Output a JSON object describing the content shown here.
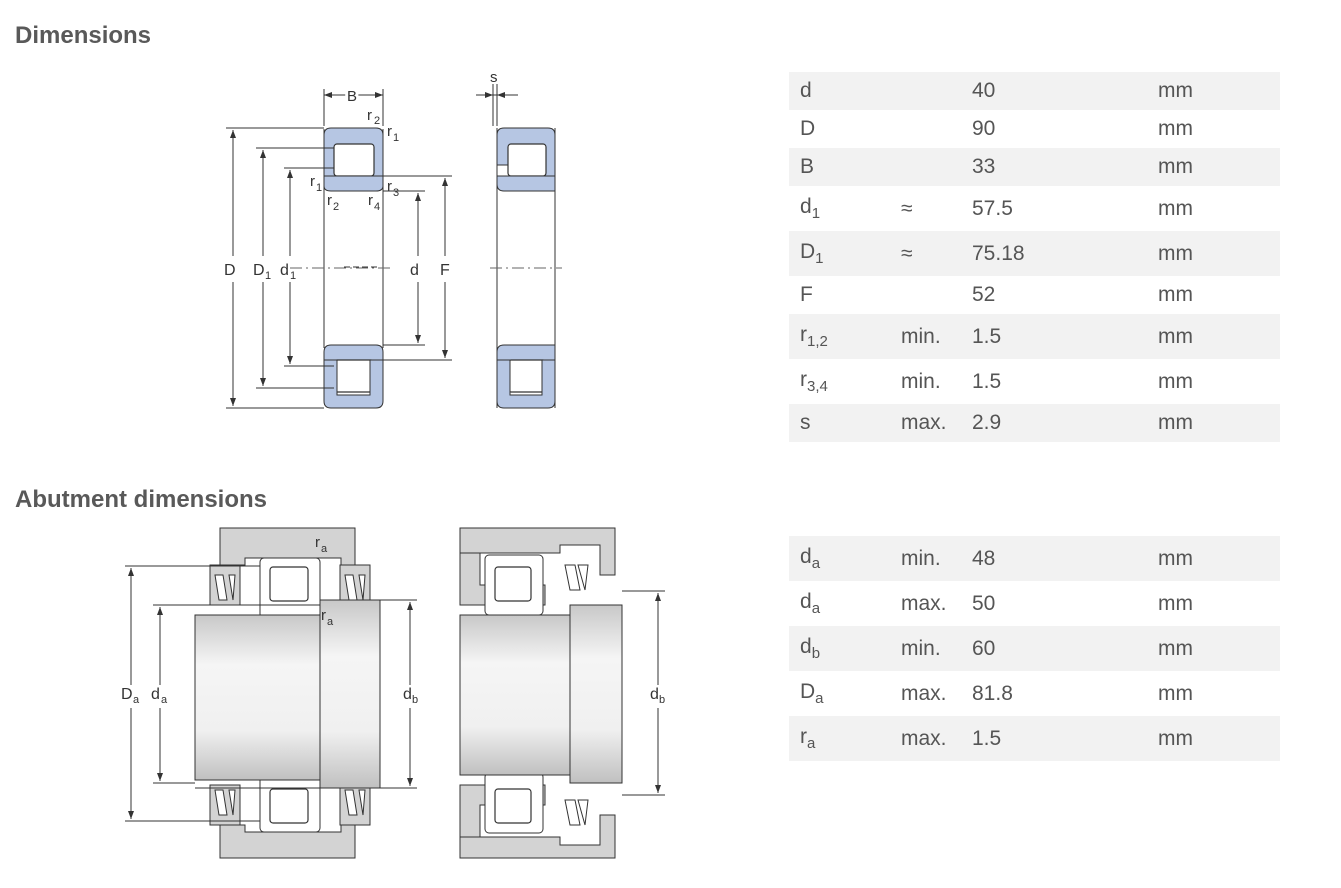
{
  "sections": {
    "dimensions_title": "Dimensions",
    "abutment_title": "Abutment dimensions"
  },
  "dimensions_rows": [
    {
      "symbol": "d",
      "sub": "",
      "qualifier": "",
      "value": "40",
      "unit": "mm"
    },
    {
      "symbol": "D",
      "sub": "",
      "qualifier": "",
      "value": "90",
      "unit": "mm"
    },
    {
      "symbol": "B",
      "sub": "",
      "qualifier": "",
      "value": "33",
      "unit": "mm"
    },
    {
      "symbol": "d",
      "sub": "1",
      "qualifier": "≈",
      "value": "57.5",
      "unit": "mm"
    },
    {
      "symbol": "D",
      "sub": "1",
      "qualifier": "≈",
      "value": "75.18",
      "unit": "mm"
    },
    {
      "symbol": "F",
      "sub": "",
      "qualifier": "",
      "value": "52",
      "unit": "mm"
    },
    {
      "symbol": "r",
      "sub": "1,2",
      "qualifier": "min.",
      "value": "1.5",
      "unit": "mm"
    },
    {
      "symbol": "r",
      "sub": "3,4",
      "qualifier": "min.",
      "value": "1.5",
      "unit": "mm"
    },
    {
      "symbol": "s",
      "sub": "",
      "qualifier": "max.",
      "value": "2.9",
      "unit": "mm"
    }
  ],
  "abutment_rows": [
    {
      "symbol": "d",
      "sub": "a",
      "qualifier": "min.",
      "value": "48",
      "unit": "mm"
    },
    {
      "symbol": "d",
      "sub": "a",
      "qualifier": "max.",
      "value": "50",
      "unit": "mm"
    },
    {
      "symbol": "d",
      "sub": "b",
      "qualifier": "min.",
      "value": "60",
      "unit": "mm"
    },
    {
      "symbol": "D",
      "sub": "a",
      "qualifier": "max.",
      "value": "81.8",
      "unit": "mm"
    },
    {
      "symbol": "r",
      "sub": "a",
      "qualifier": "max.",
      "value": "1.5",
      "unit": "mm"
    }
  ],
  "drawing_labels": {
    "B": "B",
    "s": "s",
    "D": "D",
    "D1": "D",
    "d1": "d",
    "d": "d",
    "F": "F",
    "r": "r",
    "sub1": "1",
    "sub2": "2",
    "sub3": "3",
    "sub4": "4",
    "Da": "D",
    "da": "d",
    "db": "d",
    "suba": "a",
    "subb": "b"
  },
  "colors": {
    "ring_fill": "#b6c6e3",
    "housing_fill": "#d3d3d3",
    "row_shade": "#f2f2f2"
  }
}
